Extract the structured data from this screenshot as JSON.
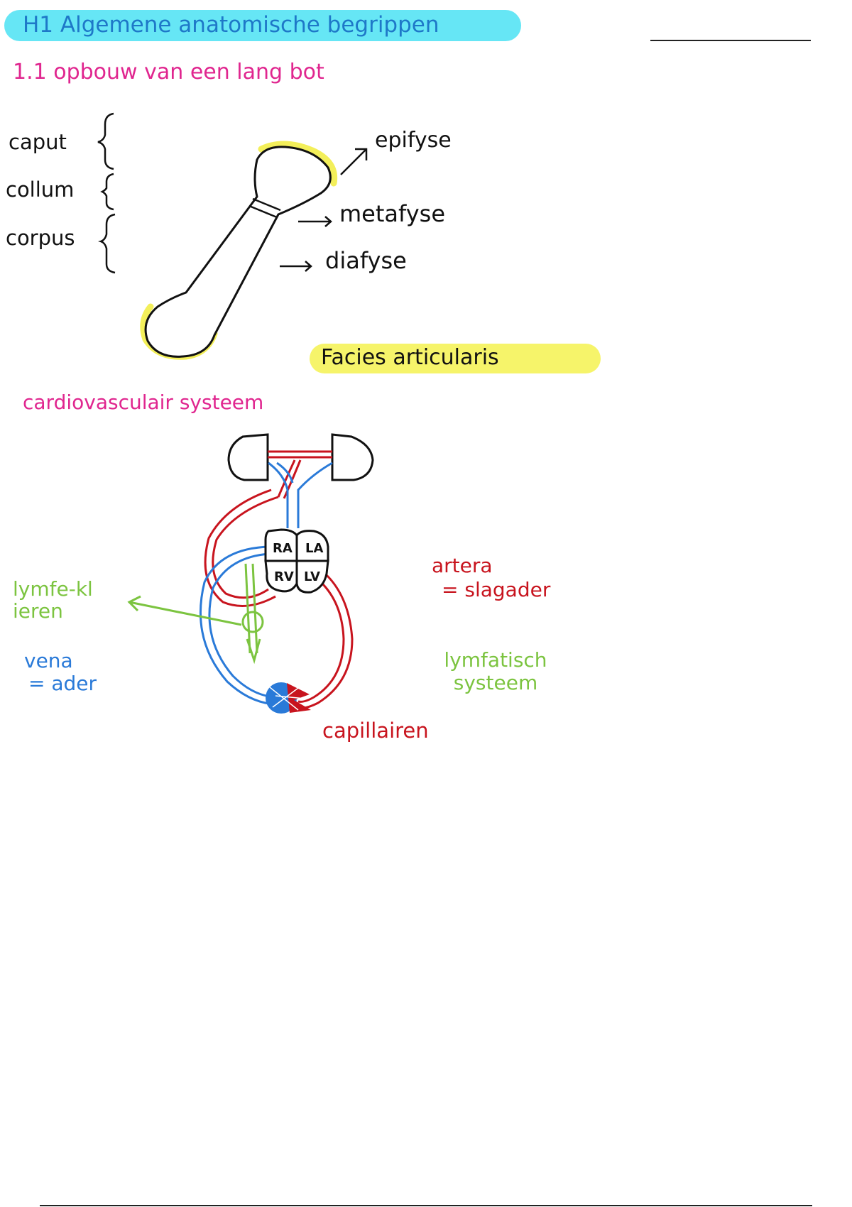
{
  "heading": {
    "title": "H1 Algemene anatomische begrippen"
  },
  "section_bone": {
    "title": "1.1 opbouw van een lang bot",
    "parts": [
      "caput",
      "collum",
      "corpus"
    ],
    "labels": {
      "epifyse": "epifyse",
      "metafyse": "metafyse",
      "diafyse": "diafyse"
    },
    "facies": "Facies articularis"
  },
  "section_cardio": {
    "title": "cardiovasculair systeem",
    "chambers": {
      "ra": "RA",
      "la": "LA",
      "rv": "RV",
      "lv": "LV"
    },
    "lymph_nodes": "lymfe-klieren",
    "vena": "vena",
    "vena_def": "= ader",
    "artery": "artera",
    "artery_def": "= slagader",
    "lymph_system": "lymfatisch systeem",
    "capillaries": "capillairen"
  },
  "colors": {
    "title_highlight": "#66e6f5",
    "heading_blue": "#1e78c8",
    "section_pink": "#e0268f",
    "facies_yellow": "#f6f46a",
    "artery_red": "#c8141e",
    "vein_blue": "#2a7ad8",
    "lymph_green": "#7cc440"
  }
}
